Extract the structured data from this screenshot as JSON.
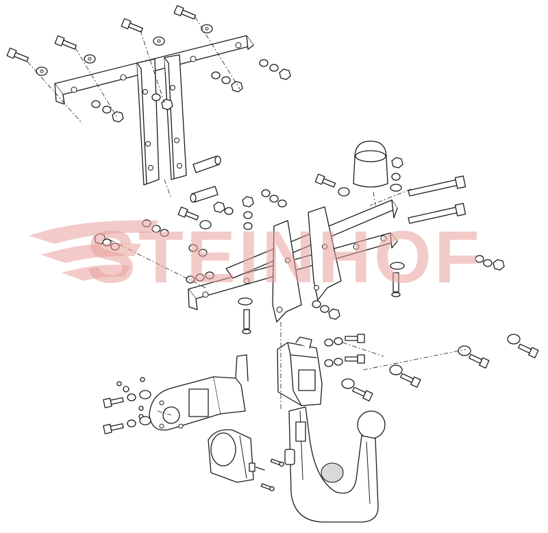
{
  "watermark": {
    "brand_text": "STEINHOF",
    "color": "#e8a09a"
  },
  "colors": {
    "line": "#1a1a1a",
    "background": "#ffffff",
    "shade": "#d9d9d9"
  },
  "parts": {
    "upper_mounting_bracket": "present",
    "main_crossbar": "present",
    "tow_ball_cover": "present",
    "removable_tow_ball_arm": "present",
    "socket_mounting_plate": "present",
    "electrical_socket": "present",
    "receiver_housing": "present"
  }
}
